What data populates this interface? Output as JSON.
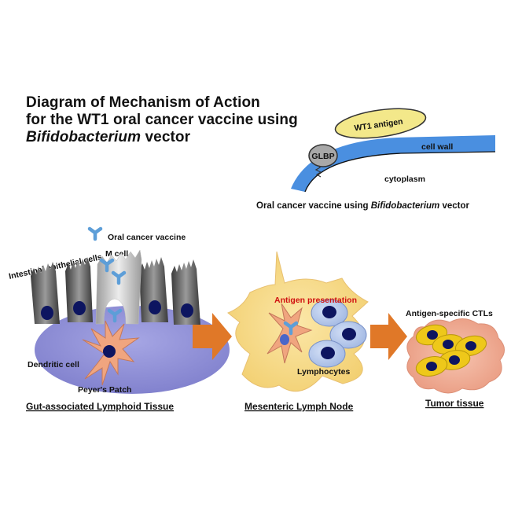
{
  "title": {
    "line1": "Diagram of Mechanism of Action",
    "line2": "for the WT1 oral cancer vaccine using",
    "line3_italic": "Bifidobacterium",
    "line3_rest": " vector"
  },
  "vector_inset": {
    "glbp": "GLBP",
    "wt1_antigen": "WT1 antigen",
    "cell_wall": "cell wall",
    "cytoplasm": "cytoplasm",
    "caption_prefix": "Oral cancer vaccine using ",
    "caption_italic": "Bifidobacterium",
    "caption_suffix": " vector"
  },
  "gut": {
    "oral_cancer_vaccine": "Oral cancer vaccine",
    "m_cell": "M cell",
    "intestinal_epithelial_cells": "Intestinal epithelial cells",
    "dendritic_cell": "Dendritic cell",
    "peyers_patch": "Peyer's Patch",
    "section_title": "Gut-associated Lymphoid Tissue"
  },
  "lymph": {
    "antigen_presentation": "Antigen presentation",
    "lymphocytes": "Lymphocytes",
    "section_title": "Mesenteric Lymph Node"
  },
  "tumor": {
    "ctls": "Antigen-specific CTLs",
    "section_title": "Tumor tissue"
  },
  "colors": {
    "cell_wall_blue": "#4a8fe0",
    "antigen_yellow": "#f3e88a",
    "glbp_gray": "#a8a8a8",
    "peyers_patch_purple": "#8f8fd6",
    "dendritic_orange": "#f0a57f",
    "lymph_yellow": "#f5d98c",
    "arrow_orange": "#e07828",
    "tumor_salmon": "#f0b29c",
    "ctl_gold": "#eec81a",
    "nucleus_navy": "#0d1560",
    "vaccine_blue": "#5d9ed8",
    "antigen_red": "#d01010"
  }
}
